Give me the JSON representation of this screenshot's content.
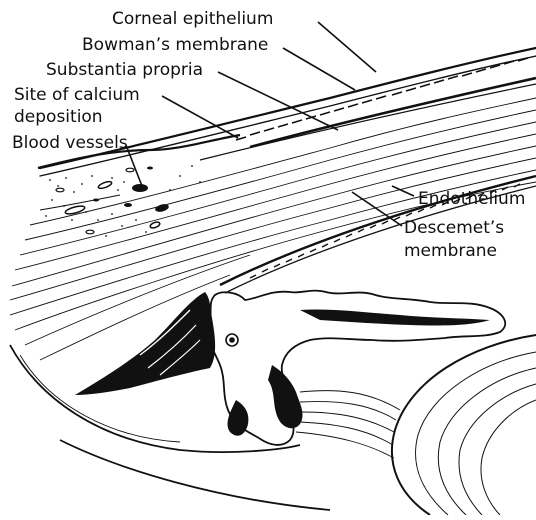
{
  "labels": {
    "corneal_epithelium": "Corneal epithelium",
    "bowmans_membrane": "Bowman’s membrane",
    "substantia_propria": "Substantia propria",
    "site_of_calcium_line1": "Site of calcium",
    "site_of_calcium_line2": "deposition",
    "blood_vessels": "Blood vessels",
    "endothelium": "Endothelium",
    "descemets_line1": "Descemet’s",
    "descemets_line2": "membrane"
  },
  "colors": {
    "ink": "#111111",
    "paper": "#ffffff"
  }
}
